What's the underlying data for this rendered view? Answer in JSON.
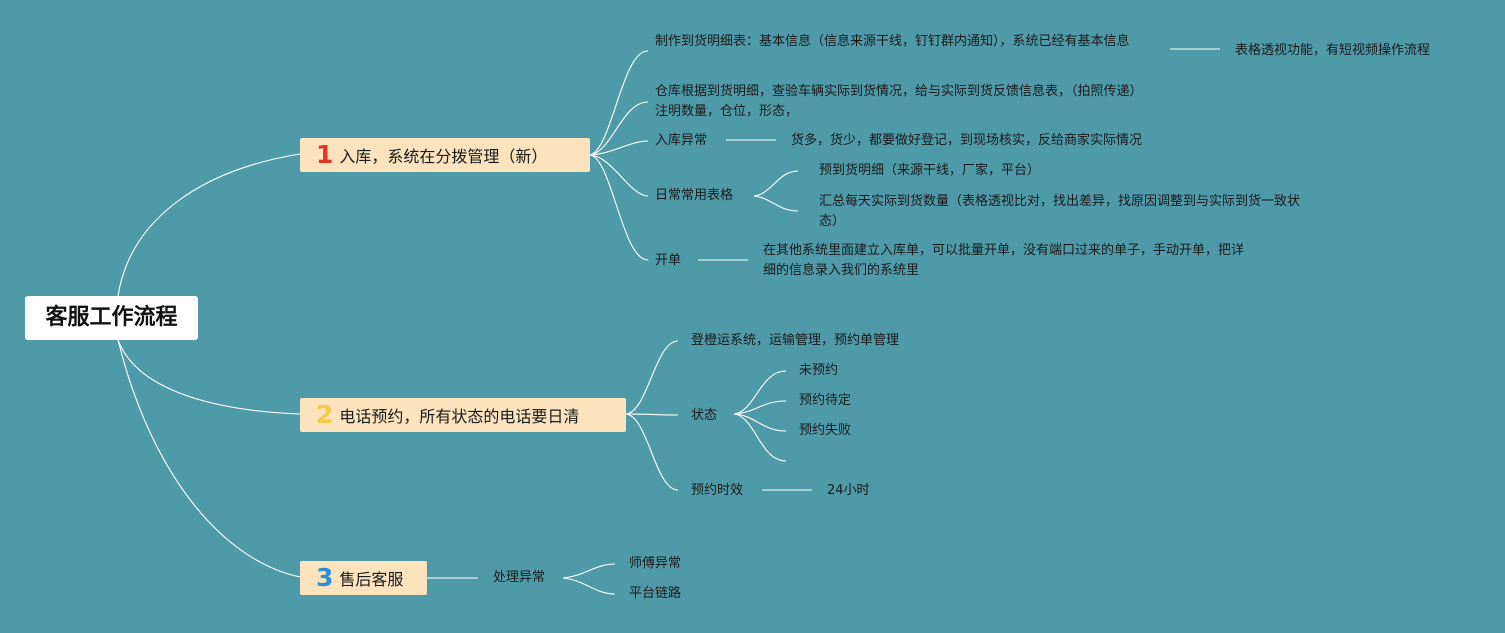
{
  "root": {
    "label": "客服工作流程"
  },
  "branches": [
    {
      "number": "1",
      "number_color": "#e6332a",
      "label": "入库，系统在分拨管理（新）",
      "children": [
        {
          "label": "制作到货明细表：基本信息（信息来源干线，钉钉群内通知），系统已经有基本信息",
          "note": "表格透视功能，有短视频操作流程"
        },
        {
          "label": "仓库根据到货明细，查验车辆实际到货情况，给与实际到货反馈信息表，（拍照传递）注明数量，仓位，形态，"
        },
        {
          "label": "入库异常",
          "note": "货多，货少，都要做好登记，到现场核实，反给商家实际情况"
        },
        {
          "label": "日常常用表格",
          "items": [
            "预到货明细（来源干线，厂家，平台）",
            "汇总每天实际到货数量（表格透视比对，找出差异，找原因调整到与实际到货一致状态）"
          ]
        },
        {
          "label": "开单",
          "note": "在其他系统里面建立入库单，可以批量开单，没有端口过来的单子，手动开单，把详细的信息录入我们的系统里"
        }
      ]
    },
    {
      "number": "2",
      "number_color": "#f5c84a",
      "label": "电话预约，所有状态的电话要日清",
      "children": [
        {
          "label": "登橙运系统，运输管理，预约单管理"
        },
        {
          "label": "状态",
          "items": [
            "未预约",
            "预约待定",
            "预约失败"
          ]
        },
        {
          "label": "预约时效",
          "note": "24小时"
        }
      ]
    },
    {
      "number": "3",
      "number_color": "#2a8fd6",
      "label": "售后客服",
      "children": [
        {
          "label": "处理异常",
          "items": [
            "师傅异常",
            "平台链路"
          ]
        }
      ]
    }
  ]
}
